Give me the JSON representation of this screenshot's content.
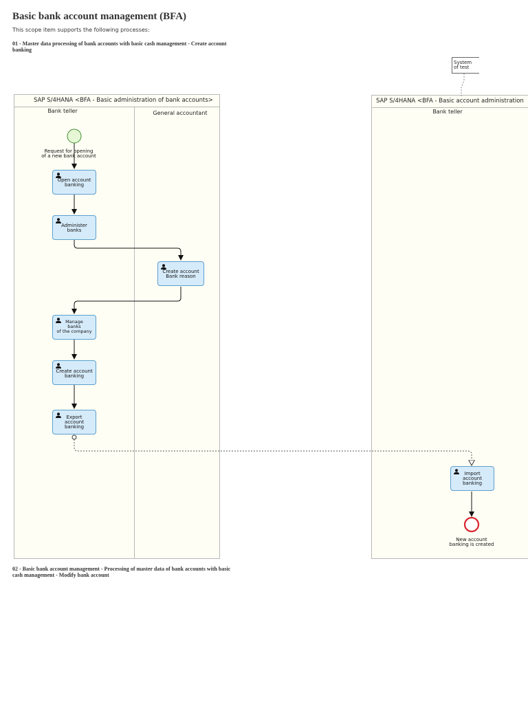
{
  "page": {
    "title": "Basic bank account management (BFA)",
    "subtitle": "This scope item supports the following processes:",
    "process1_title": "01 - Master data processing of bank accounts with basic cash management - Create account banking",
    "process2_title": "02 - Basic bank account management - Processing of master data of bank accounts with basic cash management - Modify bank account"
  },
  "system_box": {
    "label": "System\nof test"
  },
  "pools": [
    {
      "title": "SAP S/4HANA <BFA - Basic administration of bank accounts>",
      "lanes": [
        "Bank teller",
        "General accountant"
      ]
    },
    {
      "title": "SAP S/4HANA <BFA - Basic account administration",
      "lanes": [
        "Bank teller"
      ]
    }
  ],
  "events": {
    "start": "Request for opening\nof a new bank account",
    "end": "New account\nbanking is created"
  },
  "tasks": [
    {
      "label": "Open account\nbanking"
    },
    {
      "label": "Administer\nbanks"
    },
    {
      "label": "Create account\nBank reason"
    },
    {
      "label": "Manage\nbanks\nof the company"
    },
    {
      "label": "Create account\nbanking"
    },
    {
      "label": "Export\naccount\nbanking"
    },
    {
      "label": "Import\naccount\nbanking"
    }
  ],
  "colors": {
    "task_fill": "#d6ebfa",
    "task_border": "#5b9fcf",
    "start_event": "#e6f7d6",
    "end_event": "#d9232d",
    "pool_fill": "#fefef4"
  },
  "icons": {
    "task_performer": "user-icon"
  }
}
